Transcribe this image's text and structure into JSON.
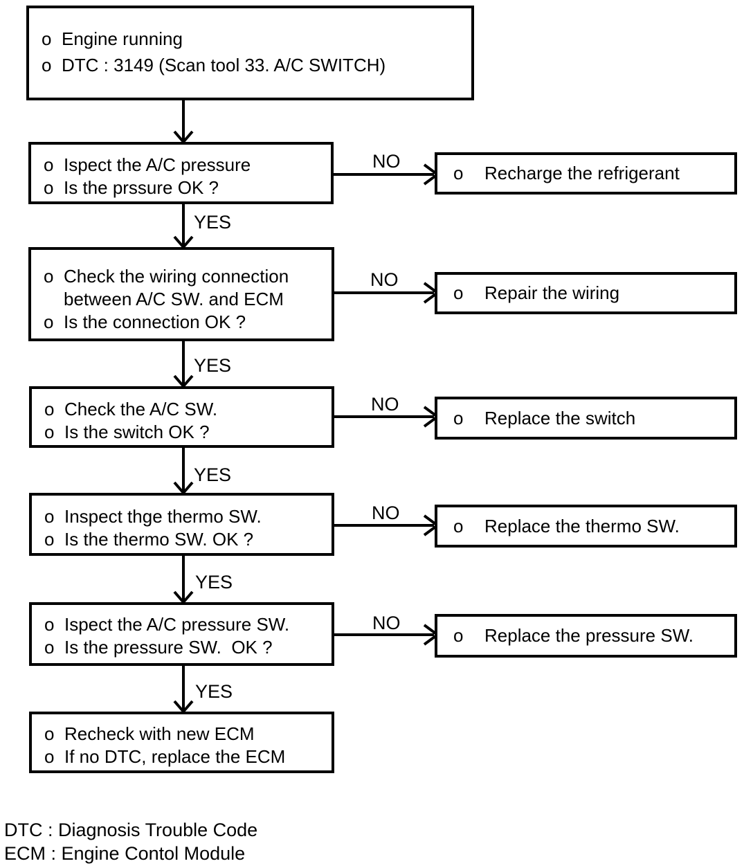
{
  "labels": {
    "yes": "YES",
    "no": "NO",
    "bullet": "o"
  },
  "start_box": {
    "lines": [
      "Engine running",
      "DTC : 3149 (Scan tool 33. A/C SWITCH)"
    ]
  },
  "steps": [
    {
      "check_lines": [
        "Ispect the A/C pressure",
        "Is the prssure OK ?"
      ],
      "no_action": "Recharge the refrigerant"
    },
    {
      "check_lines": [
        "Check the wiring connection\nbetween A/C SW. and ECM",
        "Is the connection OK ?"
      ],
      "no_action": "Repair the wiring"
    },
    {
      "check_lines": [
        "Check the A/C SW.",
        "Is the switch OK ?"
      ],
      "no_action": "Replace the switch"
    },
    {
      "check_lines": [
        "Inspect thge thermo SW.",
        "Is the thermo SW. OK ?"
      ],
      "no_action": "Replace the thermo SW."
    },
    {
      "check_lines": [
        "Ispect the A/C pressure SW.",
        "Is the pressure SW.  OK ?"
      ],
      "no_action": "Replace the pressure SW."
    }
  ],
  "end_box": {
    "lines": [
      "Recheck with new ECM",
      "If no DTC, replace the ECM"
    ]
  },
  "legend": {
    "lines": [
      "DTC : Diagnosis Trouble Code",
      "ECM : Engine Contol Module"
    ]
  }
}
